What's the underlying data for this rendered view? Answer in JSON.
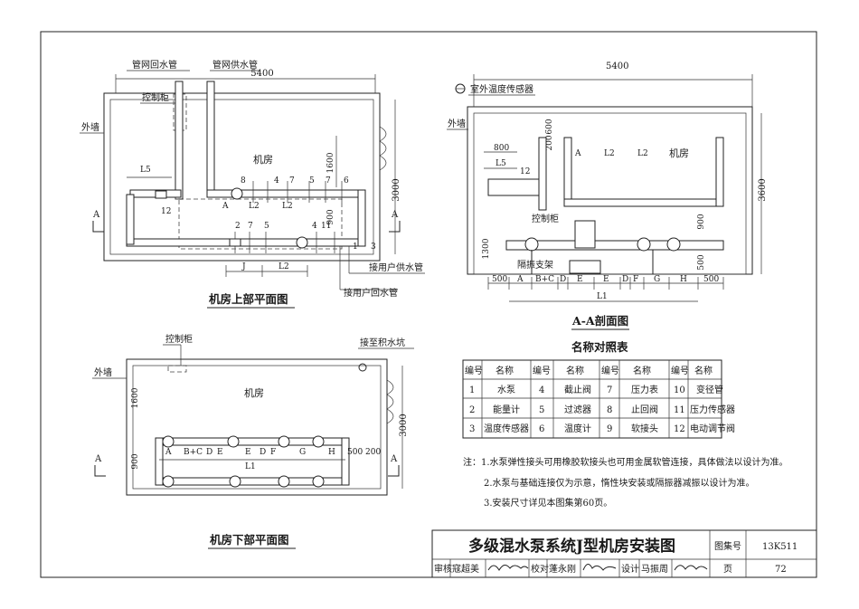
{
  "drawing": {
    "title": "多级混水泵系统J型机房安装图",
    "atlas_label": "图集号",
    "atlas_no": "13K511",
    "page_label": "页",
    "page_no": "72",
    "review_label": "审核",
    "reviewer": "寇超美",
    "check_label": "校对",
    "checker": "蓬永刚",
    "design_label": "设计",
    "designer": "马振周"
  },
  "upper_plan": {
    "title": "机房上部平面图",
    "dim_width": "5400",
    "dim_height": "3000",
    "dim_1600": "1600",
    "dim_900": "900",
    "room": "机房",
    "outer_wall": "外墙",
    "control_cabinet": "控制柜",
    "return_main": "管网回水管",
    "supply_main": "管网供水管",
    "to_user_supply": "接用户供水管",
    "to_user_return": "接用户回水管",
    "section_mark": "A",
    "labels": {
      "L5": "L5",
      "L2": "L2",
      "J": "J",
      "n12": "12",
      "n3": "3",
      "n1": "1",
      "n2": "2",
      "n4": "4",
      "n5": "5",
      "n6": "6",
      "n7": "7",
      "n8": "8",
      "n11": "11",
      "A": "A"
    }
  },
  "section_view": {
    "title": "A-A剖面图",
    "dim_width": "5400",
    "outdoor_sensor": "室外温度传感器",
    "outer_wall": "外墙",
    "room": "机房",
    "control_cabinet": "控制柜",
    "vibration_bracket": "隔振支架",
    "dim_800": "800",
    "dim_600": "600",
    "dim_200": "200",
    "dim_1300": "1300",
    "dim_900": "900",
    "dim_500": "500",
    "dim_3600": "3600",
    "labels": {
      "L5": "L5",
      "L2": "L2",
      "L1": "L1",
      "n12": "12",
      "A": "A"
    },
    "bottom_dims": [
      "500",
      "A",
      "B+C",
      "D",
      "E",
      "E",
      "D",
      "F",
      "G",
      "H",
      "500"
    ]
  },
  "lower_plan": {
    "title": "机房下部平面图",
    "control_cabinet": "控制柜",
    "outer_wall": "外墙",
    "room": "机房",
    "sump": "接至积水坑",
    "dim_1600": "1600",
    "dim_900": "900",
    "dim_3000": "3000",
    "dim_500": "500",
    "dim_200": "200",
    "labels": {
      "L1": "L1",
      "A": "A"
    },
    "bottom_dims": [
      "A",
      "B+C",
      "D",
      "E",
      "E",
      "D",
      "F",
      "G",
      "H"
    ]
  },
  "legend": {
    "title": "名称对照表",
    "header": [
      "编号",
      "名称",
      "编号",
      "名称",
      "编号",
      "名称",
      "编号",
      "名称"
    ],
    "rows": [
      [
        "1",
        "水泵",
        "4",
        "截止阀",
        "7",
        "压力表",
        "10",
        "变径管"
      ],
      [
        "2",
        "能量计",
        "5",
        "过滤器",
        "8",
        "止回阀",
        "11",
        "压力传感器"
      ],
      [
        "3",
        "温度传感器",
        "6",
        "温度计",
        "9",
        "软接头",
        "12",
        "电动调节阀"
      ]
    ]
  },
  "notes": [
    "注：1.水泵弹性接头可用橡胶软接头也可用金属软管连接，具体做法以设计为准。",
    "2.水泵与基础连接仅为示意，惰性块安装或隔振器减振以设计为准。",
    "3.安装尺寸详见本图集第60页。"
  ]
}
